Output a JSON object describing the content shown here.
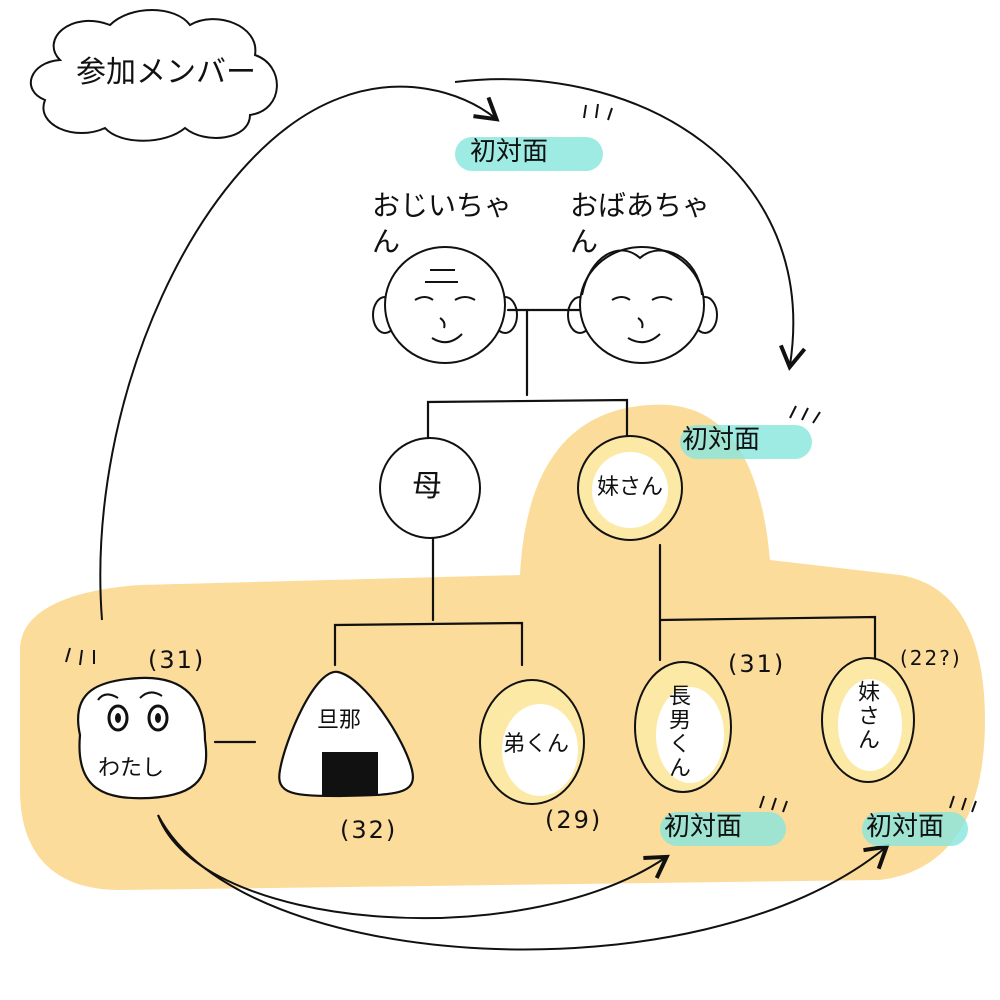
{
  "title": "参加メンバー",
  "first_meeting_label": "初対面",
  "grandparents": {
    "grandpa": "おじいちゃん",
    "grandma": "おばあちゃん"
  },
  "parents": {
    "mother": "母",
    "aunt": "妹さん"
  },
  "children": [
    {
      "id": "me",
      "label": "わたし",
      "age": "(31)"
    },
    {
      "id": "husband",
      "label": "旦那",
      "age": "(32)"
    },
    {
      "id": "brother",
      "label": "弟くん",
      "age": "(29)"
    },
    {
      "id": "eldest-son",
      "label": "長男くん",
      "age": "(31)"
    },
    {
      "id": "sister",
      "label": "妹さん",
      "age": "(22?)"
    }
  ],
  "colors": {
    "highlight_orange": "#fcd68a",
    "highlight_cyan": "#86e6dd",
    "node_fill_yellow": "#fbe7a2",
    "ink": "#111111"
  }
}
